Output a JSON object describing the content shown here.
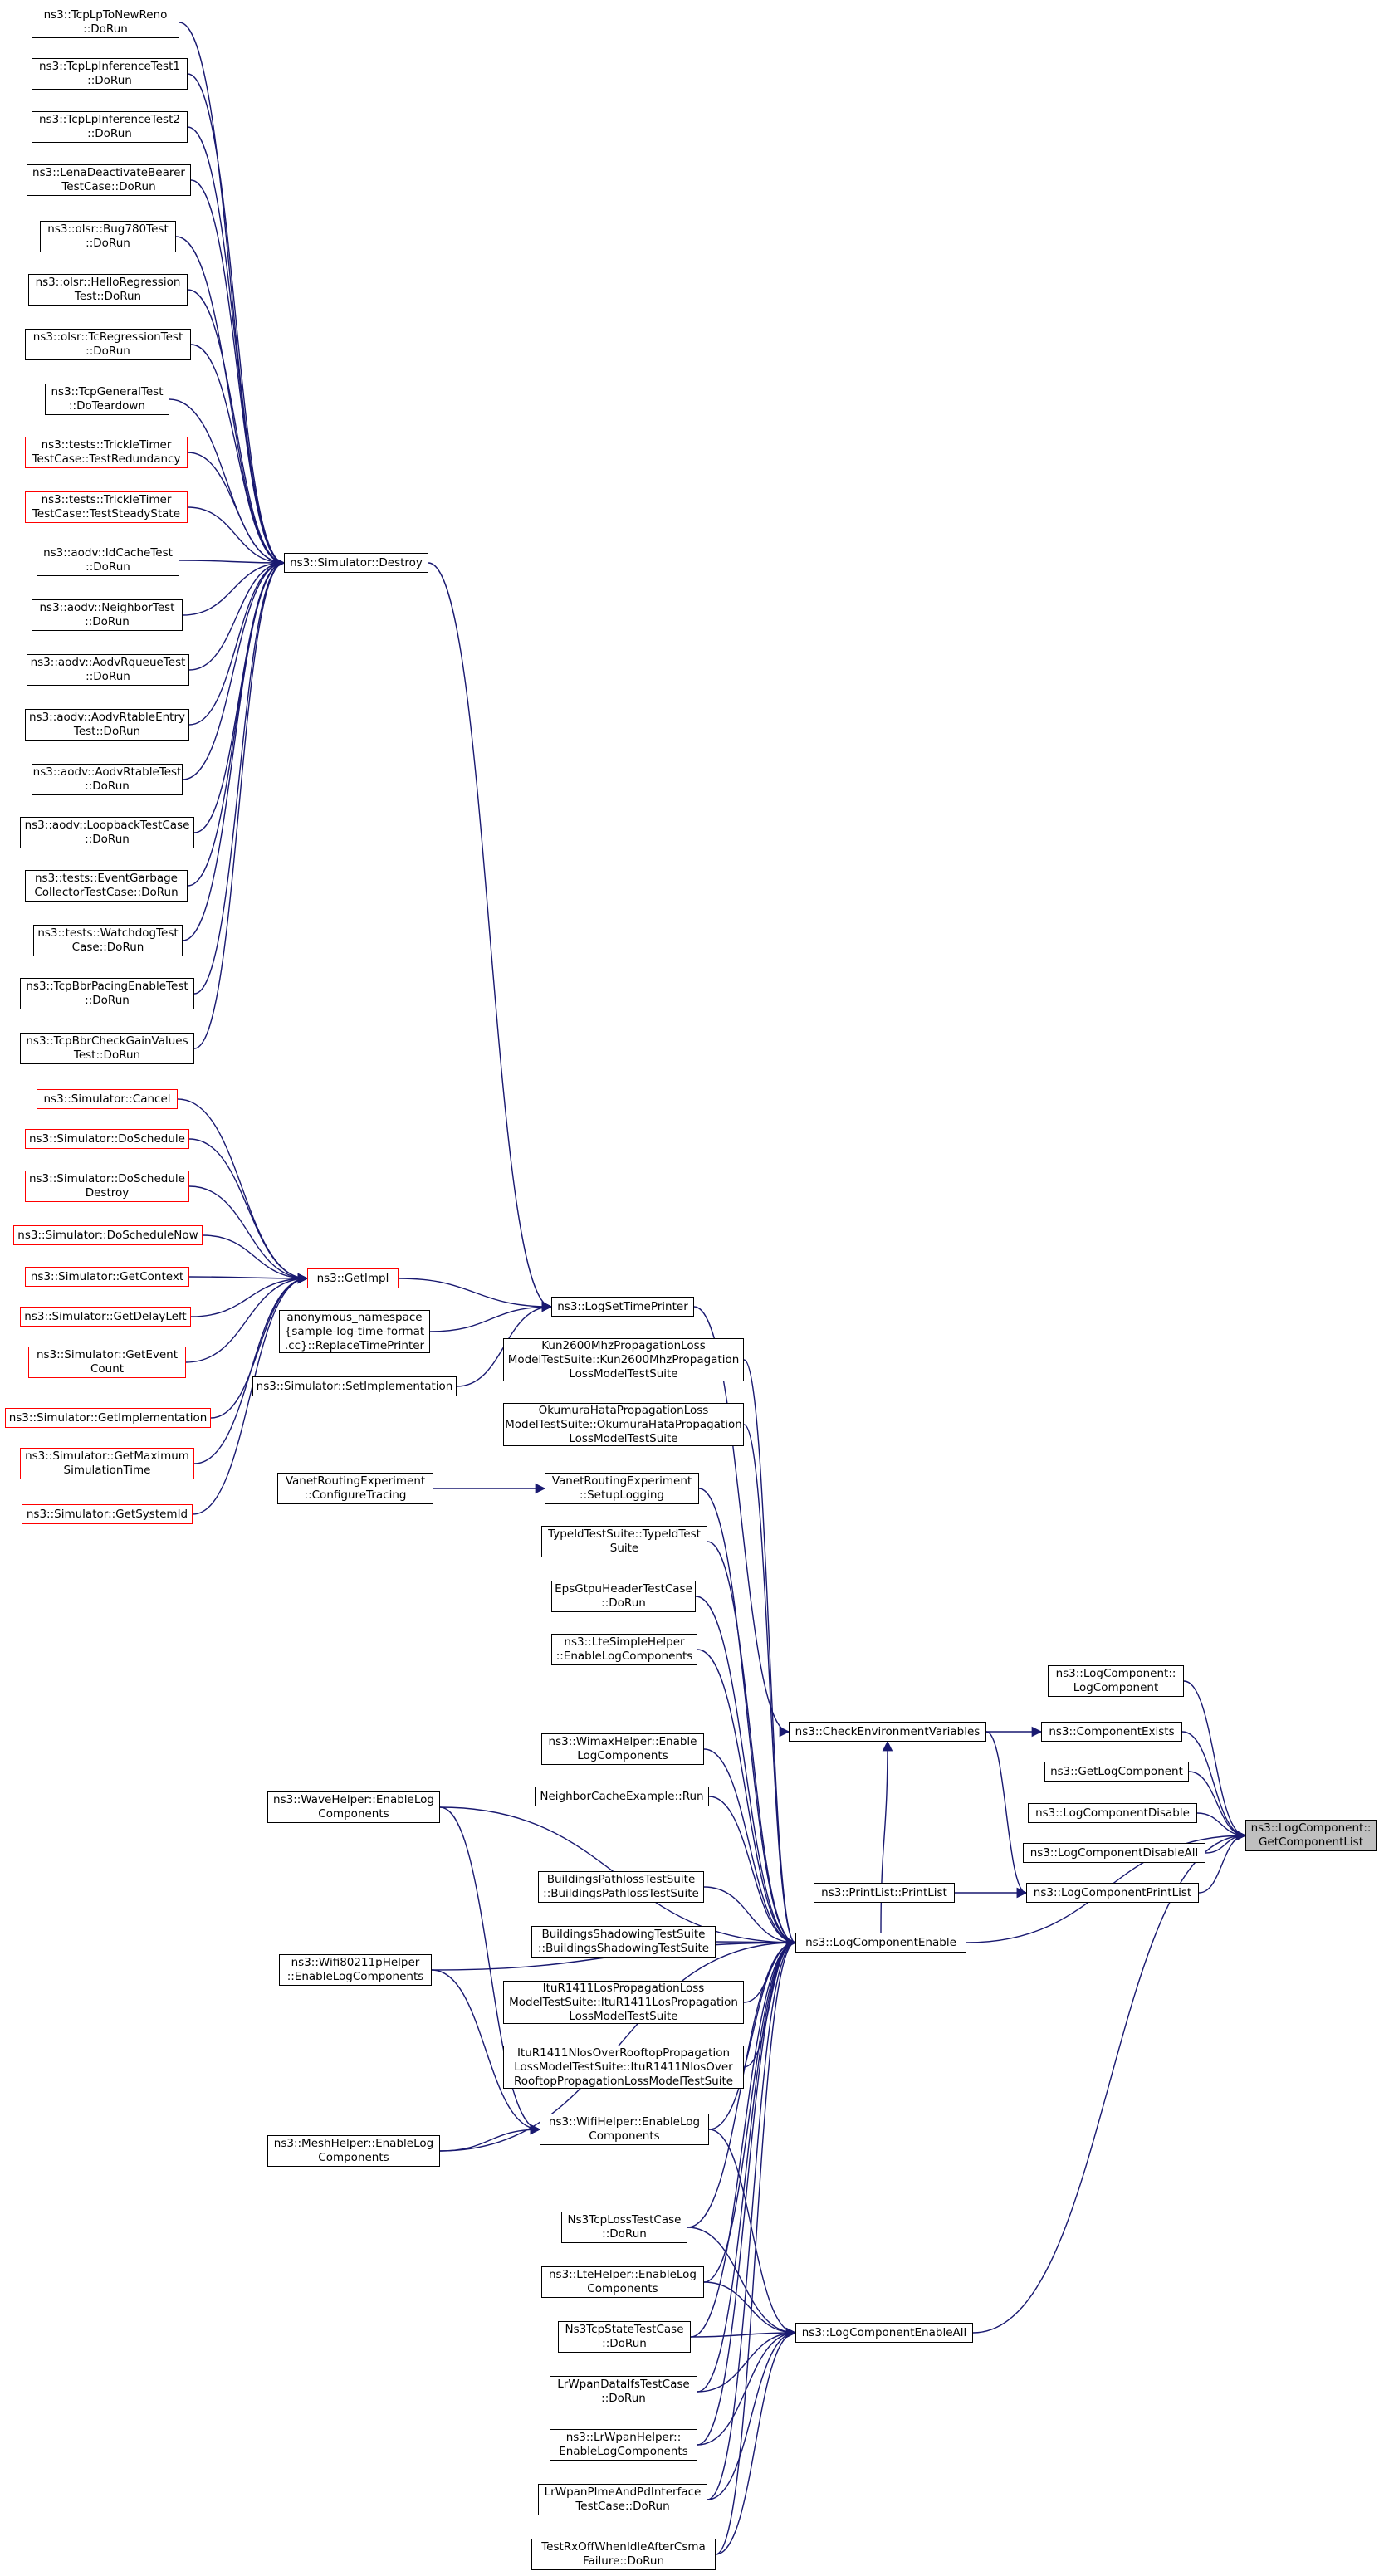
{
  "diagram_title": "",
  "colors": {
    "edge": "#191970",
    "node_border": "#000000",
    "no_doc_border": "#ff0000",
    "target_fill": "#bfbfbf"
  },
  "nodes": [
    {
      "id": "n0",
      "label": "ns3::TcpLpToNewReno\n::DoRun",
      "style": "normal"
    },
    {
      "id": "n1",
      "label": "ns3::TcpLpInferenceTest1\n::DoRun",
      "style": "normal"
    },
    {
      "id": "n2",
      "label": "ns3::TcpLpInferenceTest2\n::DoRun",
      "style": "normal"
    },
    {
      "id": "n3",
      "label": "ns3::LenaDeactivateBearer\nTestCase::DoRun",
      "style": "normal"
    },
    {
      "id": "n4",
      "label": "ns3::olsr::Bug780Test\n::DoRun",
      "style": "normal"
    },
    {
      "id": "n5",
      "label": "ns3::olsr::HelloRegression\nTest::DoRun",
      "style": "normal"
    },
    {
      "id": "n6",
      "label": "ns3::olsr::TcRegressionTest\n::DoRun",
      "style": "normal"
    },
    {
      "id": "n7",
      "label": "ns3::TcpGeneralTest\n::DoTeardown",
      "style": "normal"
    },
    {
      "id": "n8",
      "label": "ns3::tests::TrickleTimer\nTestCase::TestRedundancy",
      "style": "red"
    },
    {
      "id": "n9",
      "label": "ns3::tests::TrickleTimer\nTestCase::TestSteadyState",
      "style": "red"
    },
    {
      "id": "n10",
      "label": "ns3::aodv::IdCacheTest\n::DoRun",
      "style": "normal"
    },
    {
      "id": "n11",
      "label": "ns3::aodv::NeighborTest\n::DoRun",
      "style": "normal"
    },
    {
      "id": "n12",
      "label": "ns3::aodv::AodvRqueueTest\n::DoRun",
      "style": "normal"
    },
    {
      "id": "n13",
      "label": "ns3::aodv::AodvRtableEntry\nTest::DoRun",
      "style": "normal"
    },
    {
      "id": "n14",
      "label": "ns3::aodv::AodvRtableTest\n::DoRun",
      "style": "normal"
    },
    {
      "id": "n15",
      "label": "ns3::aodv::LoopbackTestCase\n::DoRun",
      "style": "normal"
    },
    {
      "id": "n16",
      "label": "ns3::tests::EventGarbage\nCollectorTestCase::DoRun",
      "style": "normal"
    },
    {
      "id": "n17",
      "label": "ns3::tests::WatchdogTest\nCase::DoRun",
      "style": "normal"
    },
    {
      "id": "n18",
      "label": "ns3::TcpBbrPacingEnableTest\n::DoRun",
      "style": "normal"
    },
    {
      "id": "n19",
      "label": "ns3::TcpBbrCheckGainValues\nTest::DoRun",
      "style": "normal"
    },
    {
      "id": "n20",
      "label": "ns3::Simulator::Destroy",
      "style": "normal"
    },
    {
      "id": "n21",
      "label": "ns3::Simulator::Cancel",
      "style": "red"
    },
    {
      "id": "n22",
      "label": "ns3::Simulator::DoSchedule",
      "style": "red"
    },
    {
      "id": "n23",
      "label": "ns3::Simulator::DoSchedule\nDestroy",
      "style": "red"
    },
    {
      "id": "n24",
      "label": "ns3::Simulator::DoScheduleNow",
      "style": "red"
    },
    {
      "id": "n25",
      "label": "ns3::Simulator::GetContext",
      "style": "red"
    },
    {
      "id": "n26",
      "label": "ns3::Simulator::GetDelayLeft",
      "style": "red"
    },
    {
      "id": "n27",
      "label": "ns3::Simulator::GetEvent\nCount",
      "style": "red"
    },
    {
      "id": "n28",
      "label": "ns3::Simulator::GetImplementation",
      "style": "red"
    },
    {
      "id": "n29",
      "label": "ns3::Simulator::GetMaximum\nSimulationTime",
      "style": "red"
    },
    {
      "id": "n30",
      "label": "ns3::Simulator::GetSystemId",
      "style": "red"
    },
    {
      "id": "n31",
      "label": "ns3::GetImpl",
      "style": "red"
    },
    {
      "id": "n32",
      "label": "anonymous_namespace\n{sample-log-time-format\n.cc}::ReplaceTimePrinter",
      "style": "normal"
    },
    {
      "id": "n33",
      "label": "ns3::Simulator::SetImplementation",
      "style": "normal"
    },
    {
      "id": "n34",
      "label": "ns3::LogSetTimePrinter",
      "style": "normal"
    },
    {
      "id": "n35",
      "label": "Kun2600MhzPropagationLoss\nModelTestSuite::Kun2600MhzPropagation\nLossModelTestSuite",
      "style": "normal"
    },
    {
      "id": "n36",
      "label": "OkumuraHataPropagationLoss\nModelTestSuite::OkumuraHataPropagation\nLossModelTestSuite",
      "style": "normal"
    },
    {
      "id": "n37",
      "label": "VanetRoutingExperiment\n::ConfigureTracing",
      "style": "normal"
    },
    {
      "id": "n38",
      "label": "VanetRoutingExperiment\n::SetupLogging",
      "style": "normal"
    },
    {
      "id": "n39",
      "label": "TypeIdTestSuite::TypeIdTest\nSuite",
      "style": "normal"
    },
    {
      "id": "n40",
      "label": "EpsGtpuHeaderTestCase\n::DoRun",
      "style": "normal"
    },
    {
      "id": "n41",
      "label": "ns3::LteSimpleHelper\n::EnableLogComponents",
      "style": "normal"
    },
    {
      "id": "n42",
      "label": "ns3::WimaxHelper::Enable\nLogComponents",
      "style": "normal"
    },
    {
      "id": "n43",
      "label": "NeighborCacheExample::Run",
      "style": "normal"
    },
    {
      "id": "n44",
      "label": "ns3::WaveHelper::EnableLog\nComponents",
      "style": "normal"
    },
    {
      "id": "n45",
      "label": "BuildingsPathlossTestSuite\n::BuildingsPathlossTestSuite",
      "style": "normal"
    },
    {
      "id": "n46",
      "label": "BuildingsShadowingTestSuite\n::BuildingsShadowingTestSuite",
      "style": "normal"
    },
    {
      "id": "n47",
      "label": "ns3::Wifi80211pHelper\n::EnableLogComponents",
      "style": "normal"
    },
    {
      "id": "n48",
      "label": "ItuR1411LosPropagationLoss\nModelTestSuite::ItuR1411LosPropagation\nLossModelTestSuite",
      "style": "normal"
    },
    {
      "id": "n49",
      "label": "ItuR1411NlosOverRooftopPropagation\nLossModelTestSuite::ItuR1411NlosOver\nRooftopPropagationLossModelTestSuite",
      "style": "normal"
    },
    {
      "id": "n50",
      "label": "ns3::MeshHelper::EnableLog\nComponents",
      "style": "normal"
    },
    {
      "id": "n51",
      "label": "ns3::WifiHelper::EnableLog\nComponents",
      "style": "normal"
    },
    {
      "id": "n52",
      "label": "Ns3TcpLossTestCase\n::DoRun",
      "style": "normal"
    },
    {
      "id": "n53",
      "label": "ns3::LteHelper::EnableLog\nComponents",
      "style": "normal"
    },
    {
      "id": "n54",
      "label": "Ns3TcpStateTestCase\n::DoRun",
      "style": "normal"
    },
    {
      "id": "n55",
      "label": "LrWpanDataIfsTestCase\n::DoRun",
      "style": "normal"
    },
    {
      "id": "n56",
      "label": "ns3::LrWpanHelper::\nEnableLogComponents",
      "style": "normal"
    },
    {
      "id": "n57",
      "label": "LrWpanPlmeAndPdInterface\nTestCase::DoRun",
      "style": "normal"
    },
    {
      "id": "n58",
      "label": "TestRxOffWhenIdleAfterCsma\nFailure::DoRun",
      "style": "normal"
    },
    {
      "id": "n59",
      "label": "ns3::CheckEnvironmentVariables",
      "style": "normal"
    },
    {
      "id": "n60",
      "label": "ns3::PrintList::PrintList",
      "style": "normal"
    },
    {
      "id": "n61",
      "label": "ns3::LogComponentEnable",
      "style": "normal"
    },
    {
      "id": "n62",
      "label": "ns3::LogComponentEnableAll",
      "style": "normal"
    },
    {
      "id": "n63",
      "label": "ns3::LogComponent::\nLogComponent",
      "style": "normal"
    },
    {
      "id": "n64",
      "label": "ns3::ComponentExists",
      "style": "normal"
    },
    {
      "id": "n65",
      "label": "ns3::GetLogComponent",
      "style": "normal"
    },
    {
      "id": "n66",
      "label": "ns3::LogComponentDisable",
      "style": "normal"
    },
    {
      "id": "n67",
      "label": "ns3::LogComponentDisableAll",
      "style": "normal"
    },
    {
      "id": "n68",
      "label": "ns3::LogComponentPrintList",
      "style": "normal"
    },
    {
      "id": "n69",
      "label": "ns3::LogComponent::\nGetComponentList",
      "style": "target"
    }
  ],
  "edges": [
    [
      "n0",
      "n20"
    ],
    [
      "n1",
      "n20"
    ],
    [
      "n2",
      "n20"
    ],
    [
      "n3",
      "n20"
    ],
    [
      "n4",
      "n20"
    ],
    [
      "n5",
      "n20"
    ],
    [
      "n6",
      "n20"
    ],
    [
      "n7",
      "n20"
    ],
    [
      "n8",
      "n20"
    ],
    [
      "n9",
      "n20"
    ],
    [
      "n10",
      "n20"
    ],
    [
      "n11",
      "n20"
    ],
    [
      "n12",
      "n20"
    ],
    [
      "n13",
      "n20"
    ],
    [
      "n14",
      "n20"
    ],
    [
      "n15",
      "n20"
    ],
    [
      "n16",
      "n20"
    ],
    [
      "n17",
      "n20"
    ],
    [
      "n18",
      "n20"
    ],
    [
      "n19",
      "n20"
    ],
    [
      "n21",
      "n31"
    ],
    [
      "n22",
      "n31"
    ],
    [
      "n23",
      "n31"
    ],
    [
      "n24",
      "n31"
    ],
    [
      "n25",
      "n31"
    ],
    [
      "n26",
      "n31"
    ],
    [
      "n27",
      "n31"
    ],
    [
      "n28",
      "n31"
    ],
    [
      "n29",
      "n31"
    ],
    [
      "n30",
      "n31"
    ],
    [
      "n20",
      "n34"
    ],
    [
      "n31",
      "n34"
    ],
    [
      "n32",
      "n34"
    ],
    [
      "n33",
      "n34"
    ],
    [
      "n34",
      "n59"
    ],
    [
      "n37",
      "n38"
    ],
    [
      "n35",
      "n61"
    ],
    [
      "n36",
      "n61"
    ],
    [
      "n38",
      "n61"
    ],
    [
      "n39",
      "n61"
    ],
    [
      "n40",
      "n61"
    ],
    [
      "n41",
      "n61"
    ],
    [
      "n42",
      "n61"
    ],
    [
      "n43",
      "n61"
    ],
    [
      "n44",
      "n61"
    ],
    [
      "n45",
      "n61"
    ],
    [
      "n46",
      "n61"
    ],
    [
      "n47",
      "n61"
    ],
    [
      "n48",
      "n61"
    ],
    [
      "n49",
      "n61"
    ],
    [
      "n50",
      "n61"
    ],
    [
      "n51",
      "n61"
    ],
    [
      "n52",
      "n61"
    ],
    [
      "n53",
      "n61"
    ],
    [
      "n54",
      "n61"
    ],
    [
      "n55",
      "n61"
    ],
    [
      "n56",
      "n61"
    ],
    [
      "n57",
      "n61"
    ],
    [
      "n58",
      "n61"
    ],
    [
      "n44",
      "n51"
    ],
    [
      "n47",
      "n51"
    ],
    [
      "n50",
      "n51"
    ],
    [
      "n51",
      "n62"
    ],
    [
      "n52",
      "n62"
    ],
    [
      "n53",
      "n62"
    ],
    [
      "n54",
      "n62"
    ],
    [
      "n55",
      "n62"
    ],
    [
      "n56",
      "n62"
    ],
    [
      "n57",
      "n62"
    ],
    [
      "n58",
      "n62"
    ],
    [
      "n59",
      "n64"
    ],
    [
      "n59",
      "n68"
    ],
    [
      "n60",
      "n68"
    ],
    [
      "n61",
      "n59"
    ],
    [
      "n62",
      "n69"
    ],
    [
      "n61",
      "n69"
    ],
    [
      "n63",
      "n69"
    ],
    [
      "n64",
      "n69"
    ],
    [
      "n65",
      "n69"
    ],
    [
      "n66",
      "n69"
    ],
    [
      "n67",
      "n69"
    ],
    [
      "n68",
      "n69"
    ]
  ]
}
